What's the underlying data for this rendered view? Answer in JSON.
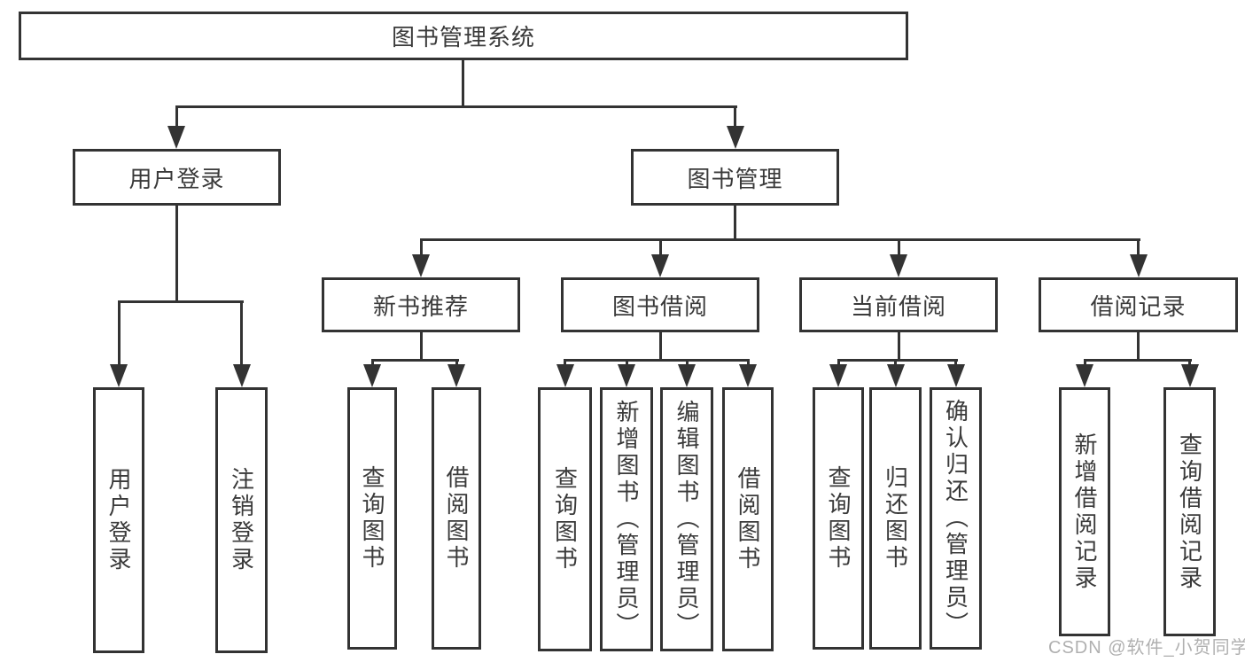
{
  "diagram_title": "图书管理系统",
  "tree": {
    "label": "图书管理系统",
    "children": [
      {
        "label": "用户登录",
        "children": [
          {
            "label": "用户登录"
          },
          {
            "label": "注销登录"
          }
        ]
      },
      {
        "label": "图书管理",
        "children": [
          {
            "label": "新书推荐",
            "children": [
              {
                "label": "查询图书"
              },
              {
                "label": "借阅图书"
              }
            ]
          },
          {
            "label": "图书借阅",
            "children": [
              {
                "label": "查询图书"
              },
              {
                "label": "新增图书（管理员）"
              },
              {
                "label": "编辑图书（管理员）"
              },
              {
                "label": "借阅图书"
              }
            ]
          },
          {
            "label": "当前借阅",
            "children": [
              {
                "label": "查询图书"
              },
              {
                "label": "归还图书"
              },
              {
                "label": "确认归还（管理员）"
              }
            ]
          },
          {
            "label": "借阅记录",
            "children": [
              {
                "label": "新增借阅记录"
              },
              {
                "label": "查询借阅记录"
              }
            ]
          }
        ]
      }
    ]
  },
  "watermark": {
    "text": "CSDN @软件_小贺同学"
  },
  "colors": {
    "line": "#333333",
    "box_border": "#333333",
    "text": "#3a3a3a",
    "watermark": "#b0b0b0",
    "background": "#ffffff"
  }
}
